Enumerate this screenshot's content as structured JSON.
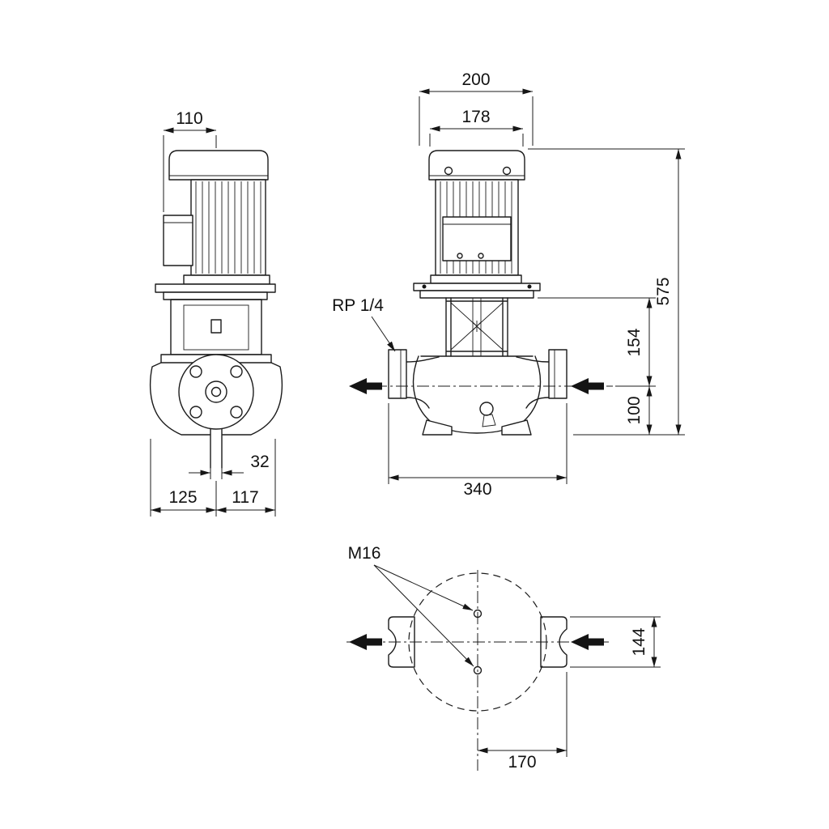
{
  "drawing": {
    "ink_color": "#1b1b1b",
    "side_view": {
      "dim_motor_depth": "110",
      "dim_bore": "32",
      "dim_foot_left": "125",
      "dim_foot_right": "117"
    },
    "front_view": {
      "dim_overall_width": "200",
      "dim_motor_width": "178",
      "port_thread_label": "RP 1/4",
      "dim_total_height": "575",
      "dim_mid_height": "154",
      "dim_port_centerline_height": "100",
      "dim_port_to_port": "340"
    },
    "plan_view": {
      "bolt_label": "M16",
      "dim_flange_width": "144",
      "dim_center_to_port": "170"
    }
  }
}
